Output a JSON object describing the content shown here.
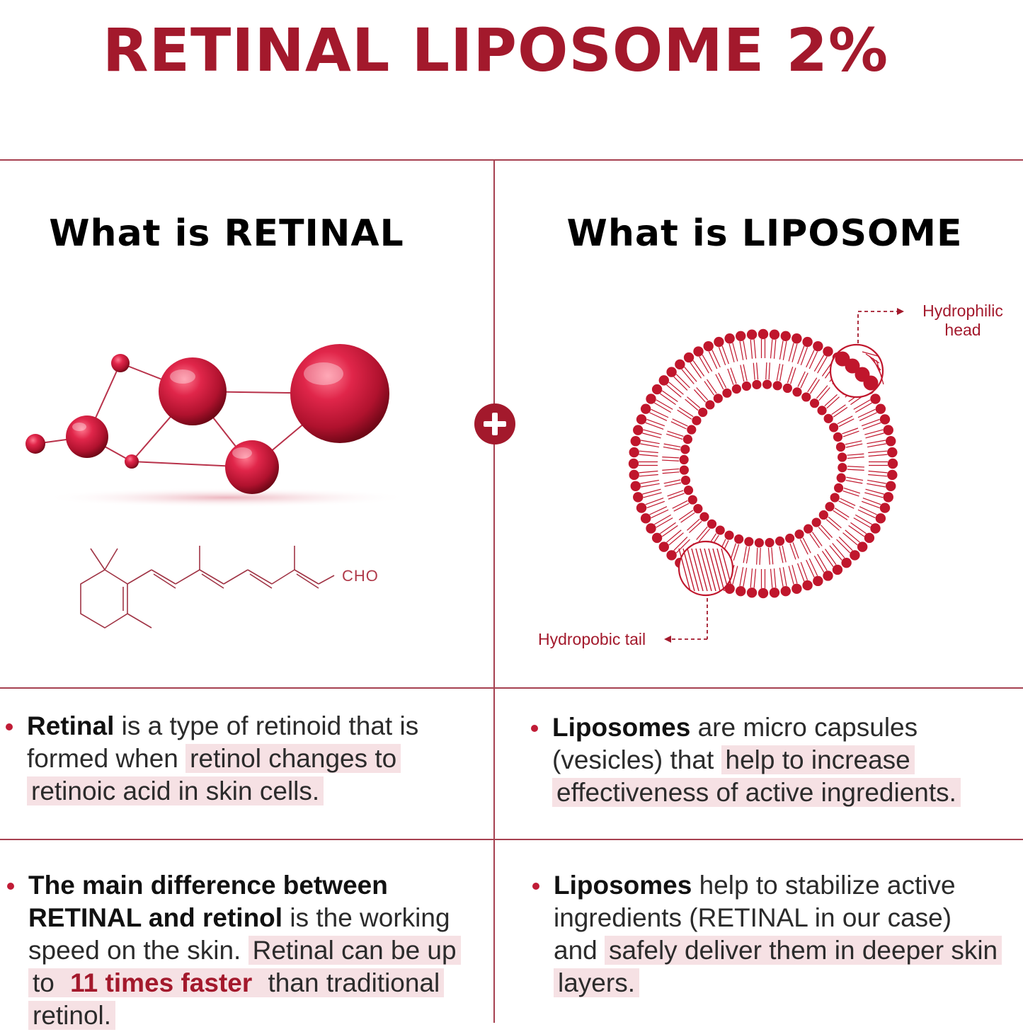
{
  "title": "RETINAL LIPOSOME 2%",
  "colors": {
    "accent": "#a3192c",
    "divider": "#a64150",
    "highlight": "#f6e1e4",
    "text": "#2b2b2b"
  },
  "left": {
    "heading": "What is RETINAL",
    "formula_group": "CHO",
    "icon": "retinal-molecule-icon"
  },
  "right": {
    "heading": "What is LIPOSOME",
    "icon": "liposome-icon",
    "label_head": [
      "Hydrophilic",
      "head"
    ],
    "label_tail": "Hydropobic tail"
  },
  "center_icon": "plus-icon",
  "bullets": {
    "retinal_1": {
      "bold": "Retinal",
      "text1": " is a type of retinoid that is formed when ",
      "highlight": "retinol changes to retinoic acid in skin cells."
    },
    "liposome_1": {
      "bold": "Liposomes",
      "text1": " are micro capsules (vesicles) that ",
      "highlight": "help to increase effectiveness of active ingredients."
    },
    "retinal_2": {
      "bold": "The main difference between RETINAL and retinol",
      "text1": " is the working speed  on the skin. ",
      "highlight_a": "Retinal can be up to ",
      "emphasis": "11 times faster",
      "highlight_b": " than traditional retinol."
    },
    "liposome_2": {
      "bold": "Liposomes",
      "text1": " help to stabilize active ingredients (RETINAL in our case) and ",
      "highlight": "safely deliver them in deeper skin layers."
    }
  }
}
